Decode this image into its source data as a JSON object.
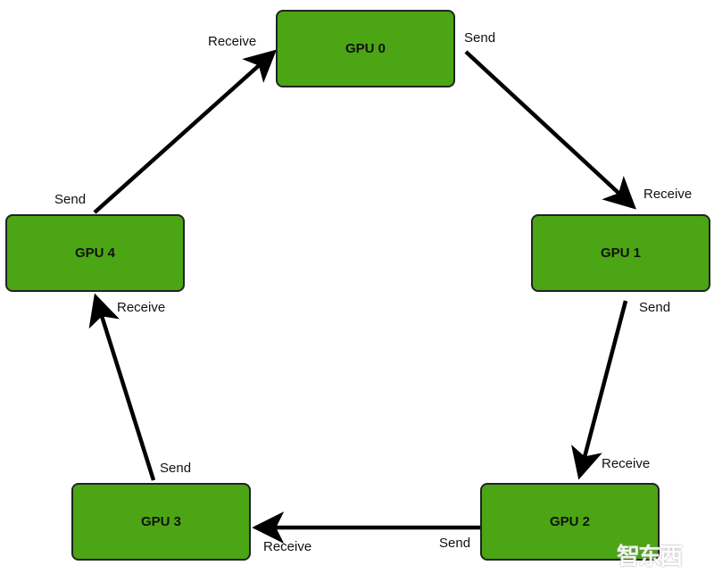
{
  "colors": {
    "node_fill": "#4ca514",
    "node_border": "#222222",
    "arrow": "#000000"
  },
  "nodes": [
    {
      "label": "GPU 0"
    },
    {
      "label": "GPU 1"
    },
    {
      "label": "GPU 2"
    },
    {
      "label": "GPU 3"
    },
    {
      "label": "GPU 4"
    }
  ],
  "edges": [
    {
      "from": "GPU 0",
      "to": "GPU 1",
      "send_label": "Send",
      "receive_label": "Receive"
    },
    {
      "from": "GPU 1",
      "to": "GPU 2",
      "send_label": "Send",
      "receive_label": "Receive"
    },
    {
      "from": "GPU 2",
      "to": "GPU 3",
      "send_label": "Send",
      "receive_label": "Receive"
    },
    {
      "from": "GPU 3",
      "to": "GPU 4",
      "send_label": "Send",
      "receive_label": "Receive"
    },
    {
      "from": "GPU 4",
      "to": "GPU 0",
      "send_label": "Send",
      "receive_label": "Receive"
    }
  ],
  "watermark": {
    "text": "智东西"
  }
}
